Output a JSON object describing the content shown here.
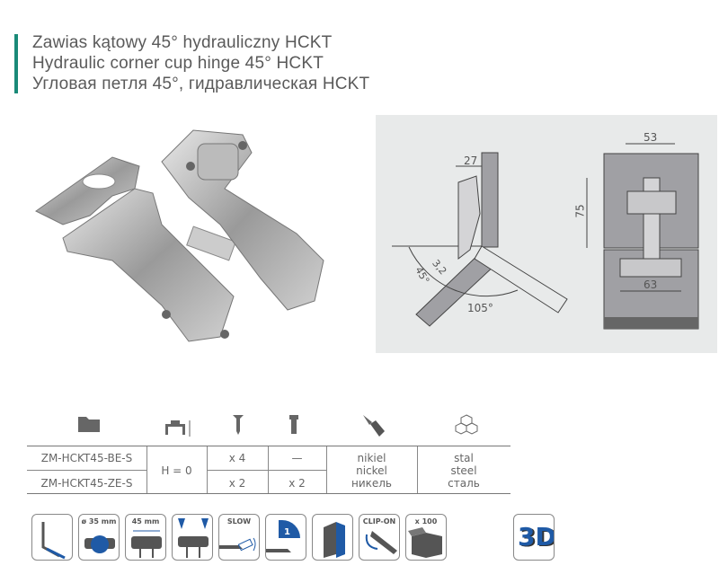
{
  "titles": [
    "Zawias kątowy 45° hydrauliczny HCKT",
    "Hydraulic corner cup hinge 45° HCKT",
    "Угловая петля 45°, гидравлическая HCKT"
  ],
  "colors": {
    "accent": "#1a8a78",
    "icon_blue": "#1f5aa6",
    "diagram_bg": "#e8eaea"
  },
  "diagram": {
    "dim_27": "27",
    "dim_32": "3,2",
    "angle_45": "45°",
    "angle_105": "105°",
    "dim_53": "53",
    "dim_75": "75",
    "dim_63": "63"
  },
  "table": {
    "header_icons": [
      "folder-icon",
      "mounting-height-icon",
      "wood-screw-icon",
      "euro-screw-icon",
      "paint-brush-icon",
      "material-cubes-icon"
    ],
    "rows": [
      {
        "code": "ZM-HCKT45-BE-S",
        "wood_screws": "x 4",
        "euro_screws": "—"
      },
      {
        "code": "ZM-HCKT45-ZE-S",
        "wood_screws": "x 2",
        "euro_screws": "x 2"
      }
    ],
    "height": "H = 0",
    "finish": [
      "nikiel",
      "nickel",
      "никель"
    ],
    "material": [
      "stal",
      "steel",
      "сталь"
    ]
  },
  "features": [
    {
      "icon": "corner-hinge-icon",
      "label": ""
    },
    {
      "icon": "cup-35mm-icon",
      "label": "ø 35 mm"
    },
    {
      "icon": "plate-45mm-icon",
      "label": "45 mm"
    },
    {
      "icon": "screw-mount-icon",
      "label": ""
    },
    {
      "icon": "soft-close-icon",
      "label": "SLOW"
    },
    {
      "icon": "one-step-icon",
      "label": "1"
    },
    {
      "icon": "3way-adjust-icon",
      "label": ""
    },
    {
      "icon": "clip-on-icon",
      "label": "CLIP-ON"
    },
    {
      "icon": "package-icon",
      "label": "x 100"
    },
    {
      "icon": "3d-icon",
      "label": "3D"
    }
  ]
}
